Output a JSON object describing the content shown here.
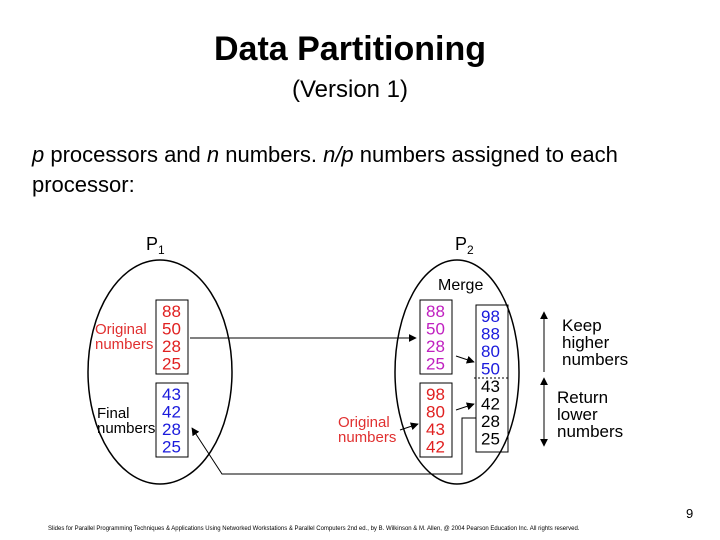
{
  "slide": {
    "title": "Data Partitioning",
    "subtitle": "(Version 1)",
    "text": {
      "p1": "p",
      "t1": " processors and ",
      "n1": "n",
      "t2": " numbers. ",
      "np": "n/p",
      "t3": " numbers assigned to each processor:"
    },
    "page_number": "9",
    "footer": "Slides for Parallel Programming Techniques & Applications Using Networked Workstations & Parallel Computers 2nd ed., by B. Wilkinson & M. Allen, @ 2004 Pearson Education Inc. All rights reserved."
  },
  "diagram": {
    "p1_label": "P",
    "p1_sub": "1",
    "p2_label": "P",
    "p2_sub": "2",
    "merge_label": "Merge",
    "p1_original_label": [
      "Original",
      "numbers"
    ],
    "p1_final_label": [
      "Final",
      "numbers"
    ],
    "p2_original_label": [
      "Original",
      "numbers"
    ],
    "keep_label": [
      "Keep",
      "higher",
      "numbers"
    ],
    "return_label": [
      "Return",
      "lower",
      "numbers"
    ],
    "p1_original": [
      "88",
      "50",
      "28",
      "25"
    ],
    "p1_final": [
      "43",
      "42",
      "28",
      "25"
    ],
    "p2_copy": [
      "88",
      "50",
      "28",
      "25"
    ],
    "p2_original": [
      "98",
      "80",
      "43",
      "42"
    ],
    "p2_merged": [
      "98",
      "88",
      "80",
      "50",
      "43",
      "42",
      "28",
      "25"
    ],
    "colors": {
      "red": "#e02020",
      "blue": "#1a1adc",
      "magenta": "#c020c0",
      "label_red": "#e03030"
    }
  }
}
